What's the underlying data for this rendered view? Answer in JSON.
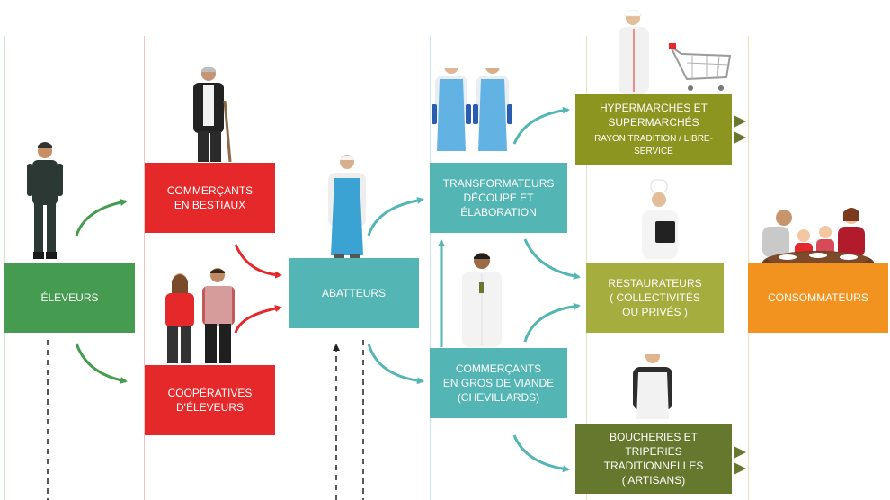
{
  "colors": {
    "green": "#459b4f",
    "red": "#e5292b",
    "teal": "#54b6b4",
    "olive_light": "#a4ad3d",
    "olive_mid": "#8c951f",
    "olive_dark": "#65782e",
    "orange": "#f29320",
    "arrow_green": "#459b4f",
    "arrow_red": "#e5292b",
    "arrow_teal": "#54b6b4",
    "arrow_olive": "#65782e"
  },
  "nodes": {
    "eleveurs": "ÉLEVEURS",
    "commercants_bestiaux": "COMMERÇANTS\nEN BESTIAUX",
    "cooperatives": "COOPÉRATIVES\nD'ÉLEVEURS",
    "abatteurs": "ABATTEURS",
    "transformateurs": "TRANSFORMATEURS\nDÉCOUPE ET\nÉLABORATION",
    "commercants_gros": "COMMERÇANTS\nEN GROS DE VIANDE\n(CHEVILLARDS)",
    "hypermarches": "HYPERMARCHÉS ET\nSUPERMARCHÉS",
    "hypermarches_sub": "RAYON TRADITION / LIBRE-SERVICE",
    "restaurateurs": "RESTAURATEURS\n( COLLECTIVITÉS\nOU PRIVÉS )",
    "boucheries": "BOUCHERIES ET TRIPERIES\nTRADITIONNELLES\n( ARTISANS)",
    "consommateurs": "CONSOMMATEURS"
  },
  "illustrations": [
    "farmer-figure",
    "livestock-trader-figure",
    "cooperative-couple-figures",
    "slaughterhouse-worker-figure",
    "processing-workers-figures",
    "wholesaler-figure",
    "supermarket-clerk-figure",
    "shopping-cart-icon",
    "chef-figure",
    "butcher-figure",
    "family-dining-figures"
  ]
}
